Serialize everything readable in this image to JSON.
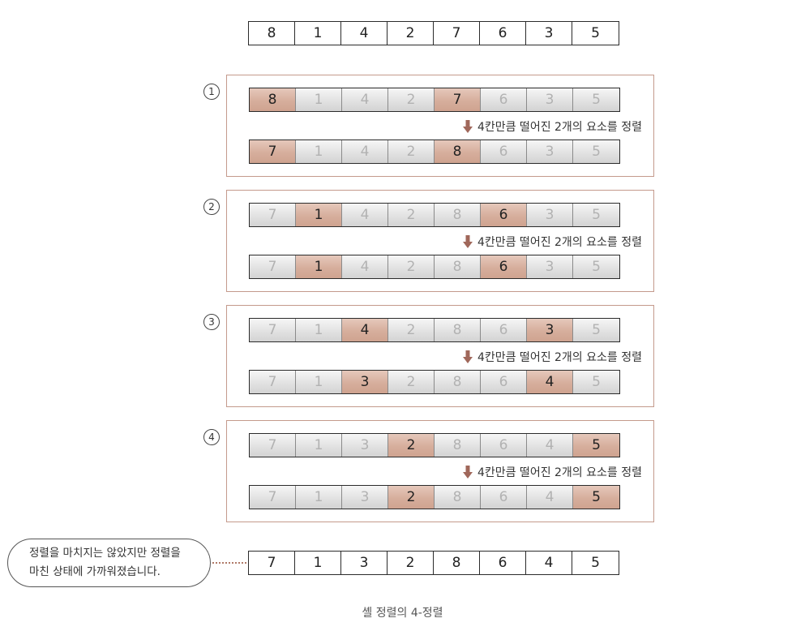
{
  "initial_array": [
    "8",
    "1",
    "4",
    "2",
    "7",
    "6",
    "3",
    "5"
  ],
  "steps": [
    {
      "label": "1",
      "before": [
        "8",
        "1",
        "4",
        "2",
        "7",
        "6",
        "3",
        "5"
      ],
      "note": "4칸만큼 떨어진 2개의 요소를 정렬",
      "after": [
        "7",
        "1",
        "4",
        "2",
        "8",
        "6",
        "3",
        "5"
      ],
      "highlighted_positions": [
        0,
        4
      ]
    },
    {
      "label": "2",
      "before": [
        "7",
        "1",
        "4",
        "2",
        "8",
        "6",
        "3",
        "5"
      ],
      "note": "4칸만큼 떨어진 2개의 요소를 정렬",
      "after": [
        "7",
        "1",
        "4",
        "2",
        "8",
        "6",
        "3",
        "5"
      ],
      "highlighted_positions": [
        1,
        5
      ]
    },
    {
      "label": "3",
      "before": [
        "7",
        "1",
        "4",
        "2",
        "8",
        "6",
        "3",
        "5"
      ],
      "note": "4칸만큼 떨어진 2개의 요소를 정렬",
      "after": [
        "7",
        "1",
        "3",
        "2",
        "8",
        "6",
        "4",
        "5"
      ],
      "highlighted_positions": [
        2,
        6
      ]
    },
    {
      "label": "4",
      "before": [
        "7",
        "1",
        "3",
        "2",
        "8",
        "6",
        "4",
        "5"
      ],
      "note": "4칸만큼 떨어진 2개의 요소를 정렬",
      "after": [
        "7",
        "1",
        "3",
        "2",
        "8",
        "6",
        "4",
        "5"
      ],
      "highlighted_positions": [
        3,
        7
      ]
    }
  ],
  "final_array": [
    "7",
    "1",
    "3",
    "2",
    "8",
    "6",
    "4",
    "5"
  ],
  "callout": {
    "line1": "정렬을 마치지는 않았지만 정렬을",
    "line2": "마친 상태에 가까워졌습니다."
  },
  "caption": "셸 정렬의 4-정렬",
  "colors": {
    "highlight": "#d6ae9c",
    "box_border": "#c49a8c",
    "arrow": "#a0675a"
  },
  "icons": {
    "note_arrow": "down-arrow-icon"
  }
}
